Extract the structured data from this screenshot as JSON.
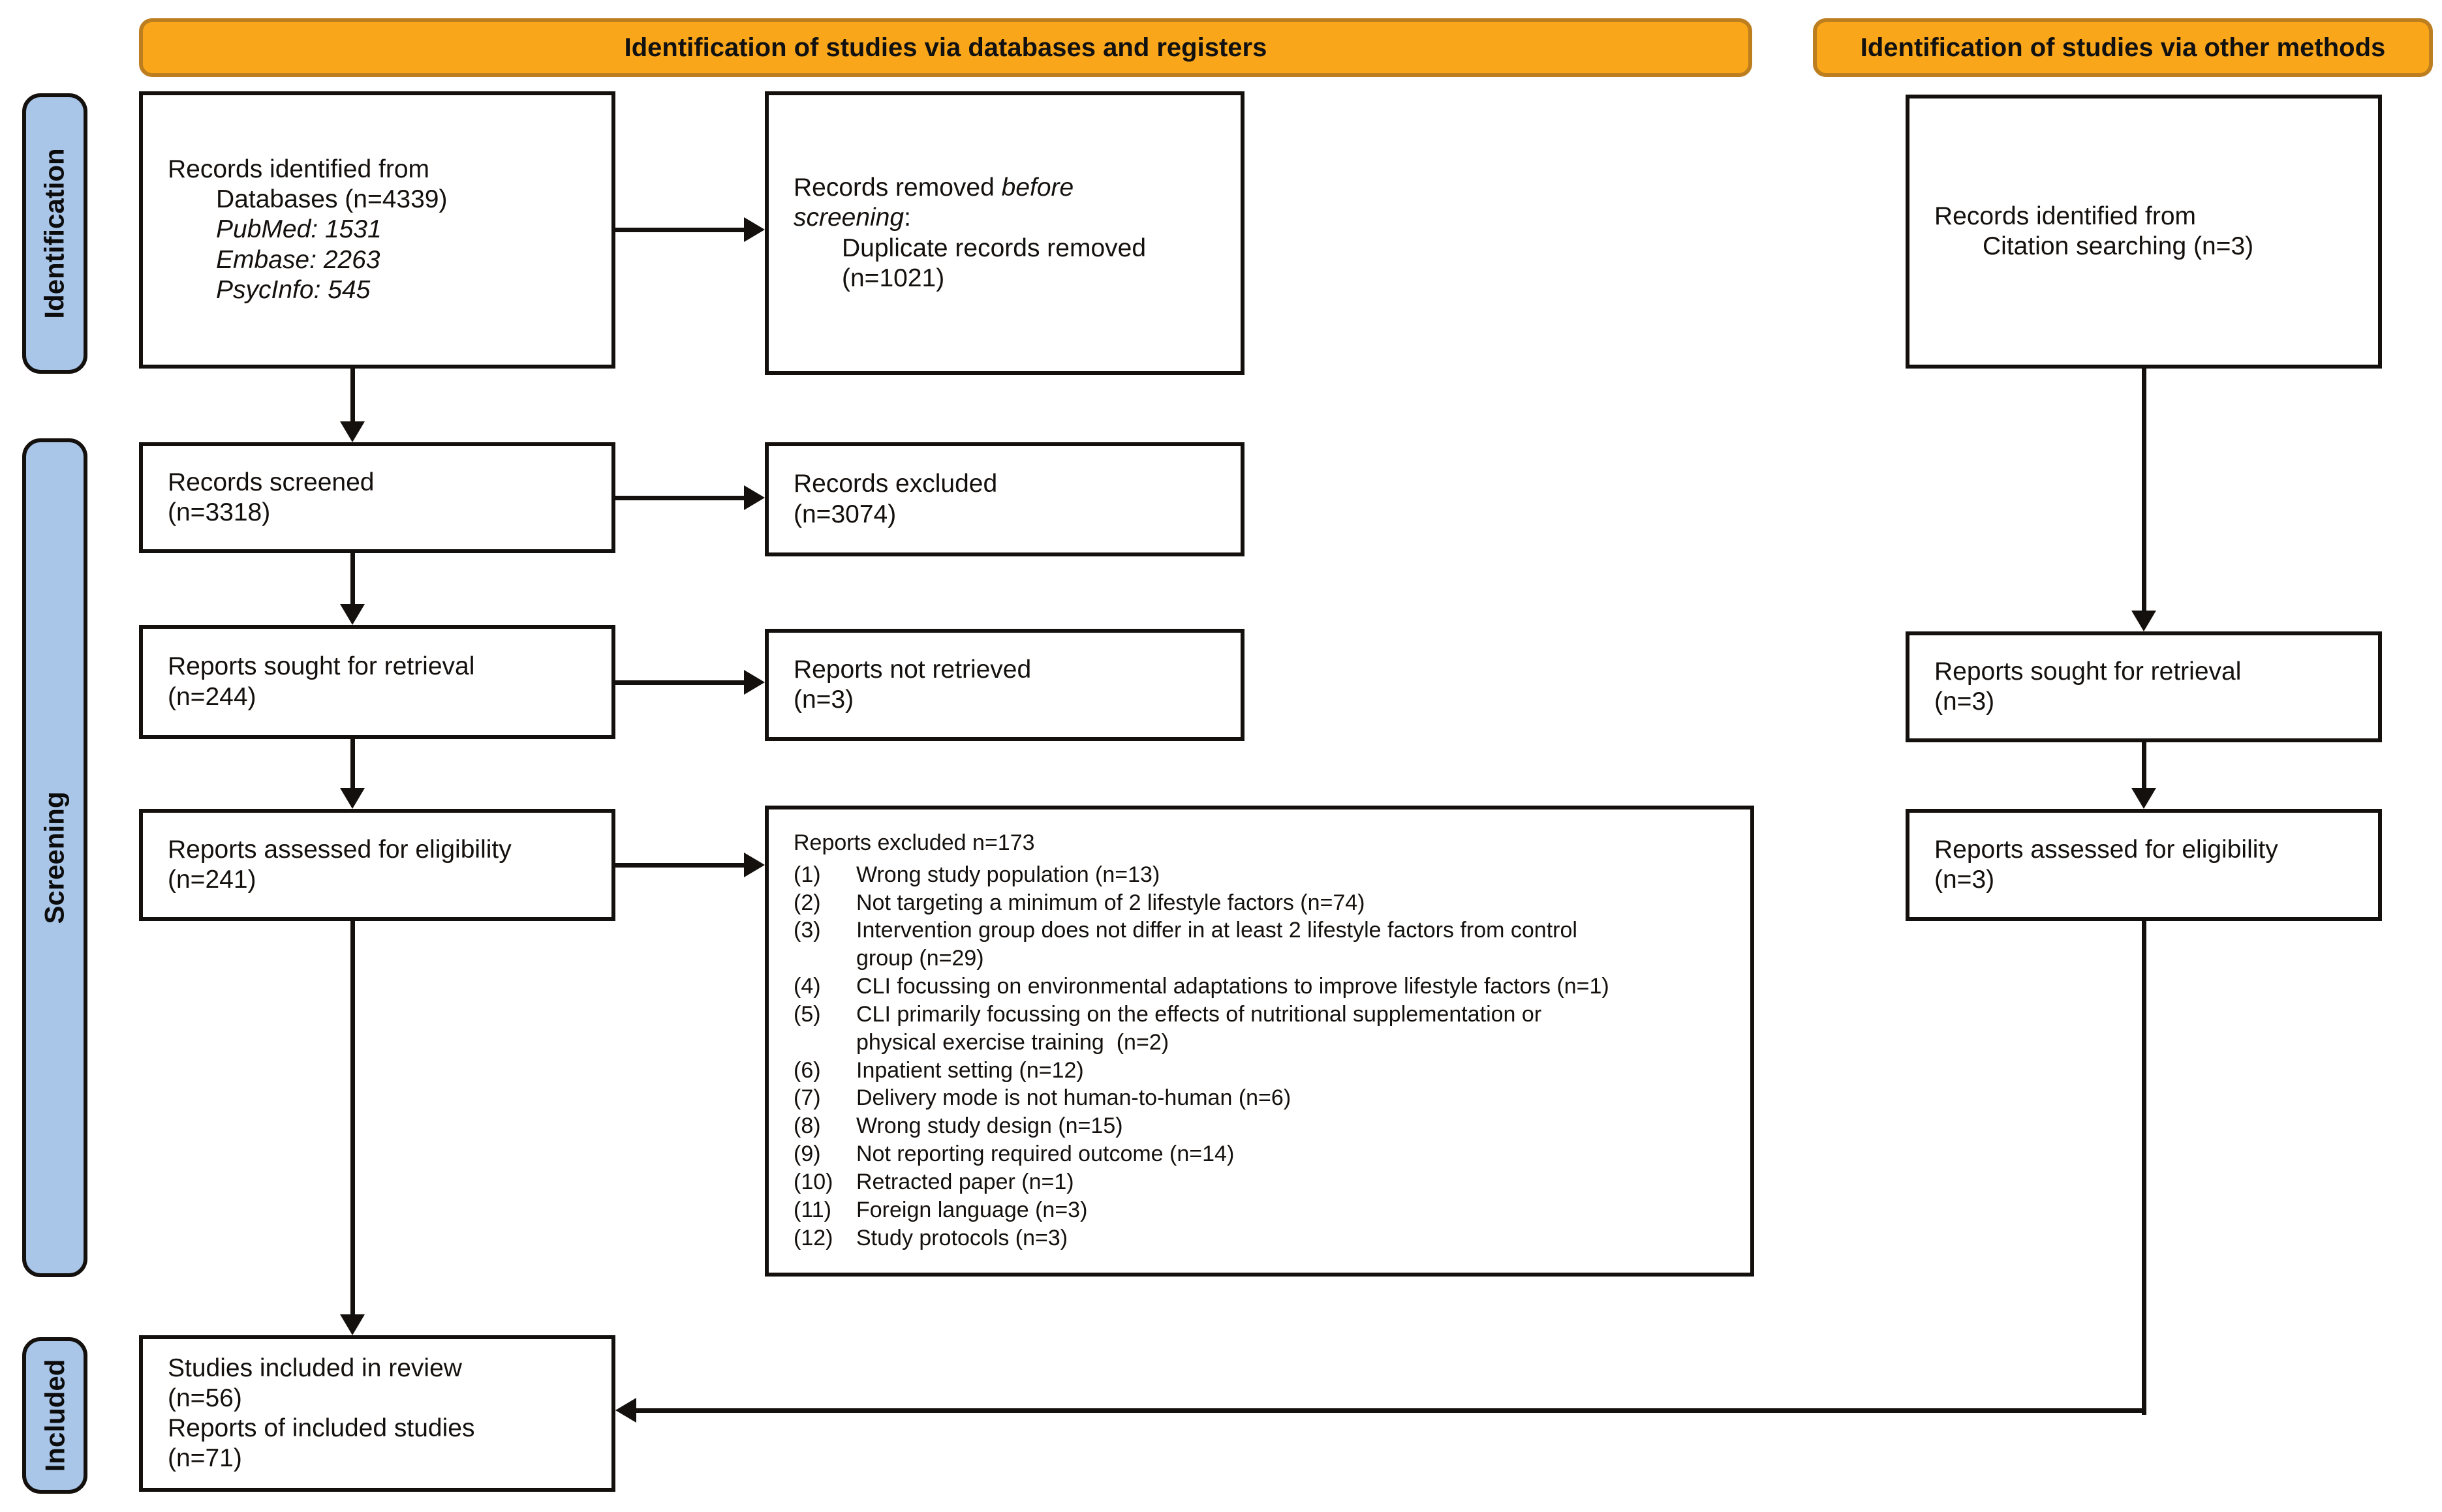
{
  "colors": {
    "header_bg": "#FAA61A",
    "header_border": "#BC7E1E",
    "sidebar_bg": "#A9C5E8",
    "ink": "#14100D"
  },
  "headers": {
    "left": "Identification of studies via databases and registers",
    "right": "Identification of studies via other methods"
  },
  "sidebar": {
    "identification": "Identification",
    "screening": "Screening",
    "included": "Included"
  },
  "boxes": {
    "records_identified": {
      "line1": "Records identified from",
      "line2": "Databases (n=4339)",
      "line3": "PubMed: 1531",
      "line4": "Embase: 2263",
      "line5": "PsycInfo: 545"
    },
    "records_removed": {
      "normal1": "Records removed ",
      "italic1": "before",
      "italic2": "screening",
      "colon": ":",
      "line3": "Duplicate records removed",
      "line4": "(n=1021)"
    },
    "citation": {
      "line1": "Records identified from",
      "line2": "Citation searching (n=3)"
    },
    "records_screened": {
      "line1": "Records screened",
      "line2": "(n=3318)"
    },
    "records_excluded": {
      "line1": "Records excluded",
      "line2": "(n=3074)"
    },
    "reports_sought_db": {
      "line1": "Reports sought for retrieval",
      "line2": "(n=244)"
    },
    "reports_not_retrieved": {
      "line1": "Reports not retrieved",
      "line2": "(n=3)"
    },
    "reports_sought_other": {
      "line1": "Reports sought for retrieval",
      "line2": "(n=3)"
    },
    "reports_assessed_db": {
      "line1": "Reports assessed for eligibility",
      "line2": "(n=241)"
    },
    "reports_assessed_other": {
      "line1": "Reports assessed for eligibility",
      "line2": "(n=3)"
    },
    "reports_excluded": {
      "title": "Reports excluded n=173",
      "items": [
        {
          "num": "(1)",
          "text": "Wrong study population (n=13)"
        },
        {
          "num": "(2)",
          "text": "Not targeting a minimum of 2 lifestyle factors (n=74)"
        },
        {
          "num": "(3)",
          "text": "Intervention group does not differ in at least 2 lifestyle factors from control",
          "text2": "group (n=29)"
        },
        {
          "num": "(4)",
          "text": "CLI focussing on environmental adaptations to improve lifestyle factors (n=1)"
        },
        {
          "num": "(5)",
          "text": "CLI primarily focussing on the effects of nutritional supplementation or",
          "text2": "physical exercise training  (n=2)"
        },
        {
          "num": "(6)",
          "text": "Inpatient setting (n=12)"
        },
        {
          "num": "(7)",
          "text": "Delivery mode is not human-to-human (n=6)"
        },
        {
          "num": "(8)",
          "text": "Wrong study design (n=15)"
        },
        {
          "num": "(9)",
          "text": "Not reporting required outcome (n=14)"
        },
        {
          "num": "(10)",
          "text": "Retracted paper (n=1)"
        },
        {
          "num": "(11)",
          "text": "Foreign language (n=3)"
        },
        {
          "num": "(12)",
          "text": "Study protocols (n=3)"
        }
      ]
    },
    "included": {
      "line1": "Studies included in review",
      "line2": "(n=56)",
      "line3": "Reports of included studies",
      "line4": "(n=71)"
    }
  }
}
